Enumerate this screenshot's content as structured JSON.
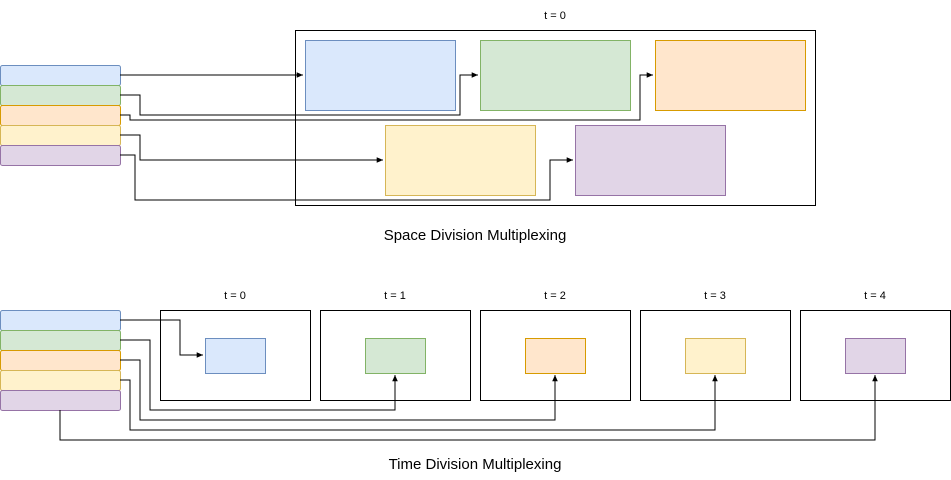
{
  "colors": {
    "blue": {
      "fill": "#dae8fc",
      "stroke": "#6c8ebf"
    },
    "green": {
      "fill": "#d5e8d4",
      "stroke": "#82b366"
    },
    "orange": {
      "fill": "#ffe6cc",
      "stroke": "#d79b00"
    },
    "yellow": {
      "fill": "#fff2cc",
      "stroke": "#d6b656"
    },
    "purple": {
      "fill": "#e1d5e7",
      "stroke": "#9673a6"
    },
    "line": "#000000"
  },
  "space": {
    "time_label": "t = 0",
    "caption": "Space Division Multiplexing"
  },
  "time": {
    "frames": [
      {
        "label": "t = 0"
      },
      {
        "label": "t = 1"
      },
      {
        "label": "t = 2"
      },
      {
        "label": "t = 3"
      },
      {
        "label": "t = 4"
      }
    ],
    "caption": "Time Division Multiplexing"
  }
}
